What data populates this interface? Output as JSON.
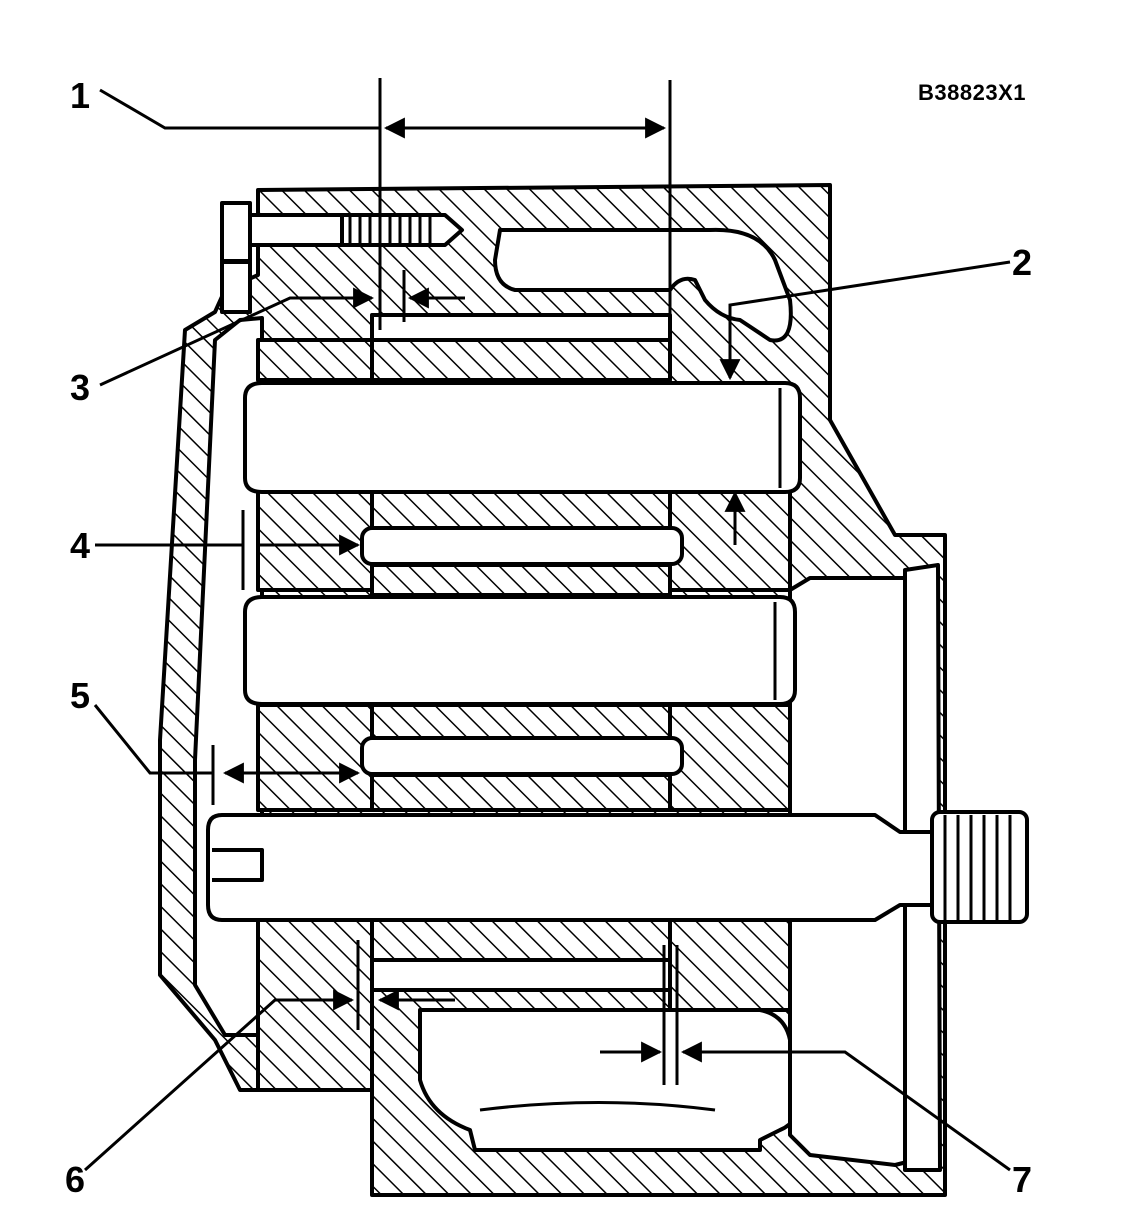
{
  "figure_id": "B38823X1",
  "callouts": {
    "c1": "1",
    "c2": "2",
    "c3": "3",
    "c4": "4",
    "c5": "5",
    "c6": "6",
    "c7": "7"
  }
}
